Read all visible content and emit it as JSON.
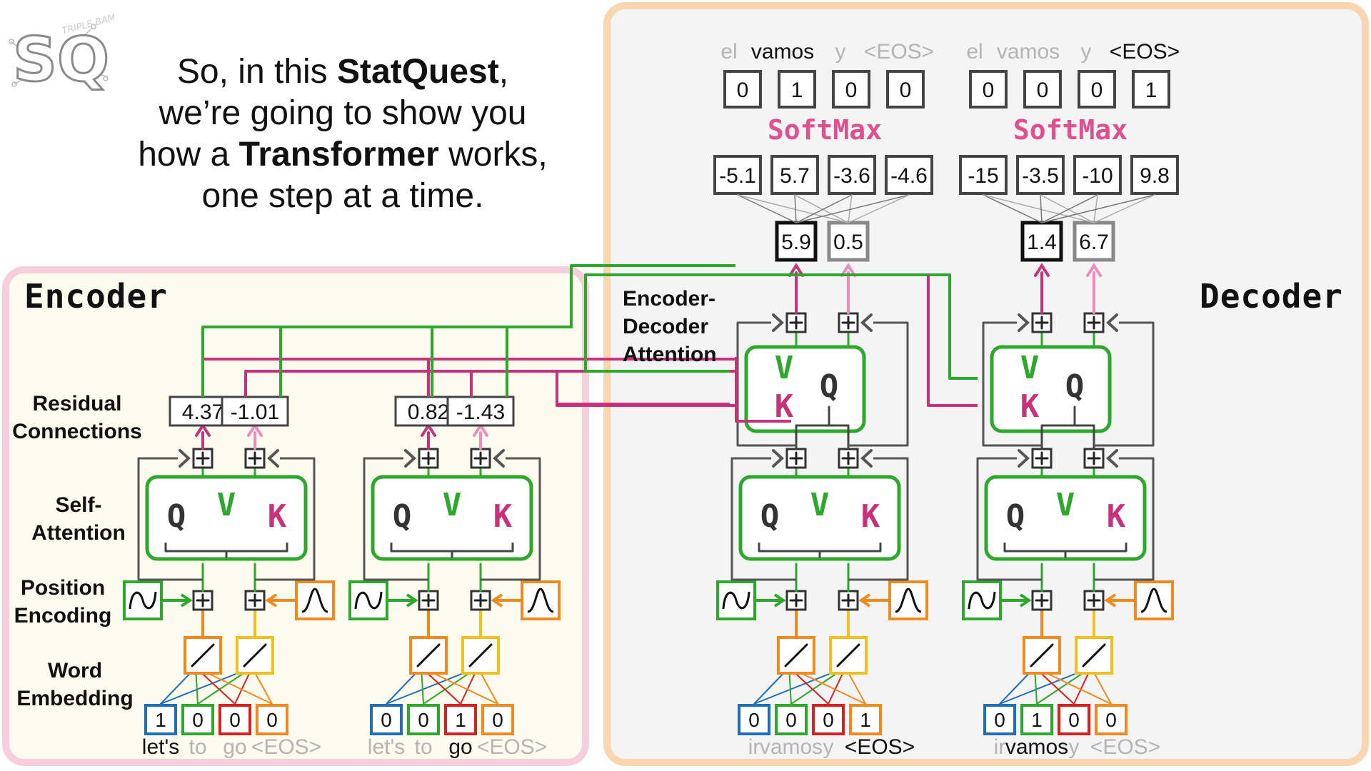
{
  "logo": {
    "text": "SQ",
    "small_text": "TRIPLE BAM!!!"
  },
  "intro": {
    "line1_pre": "So, in this ",
    "line1_bold": "StatQuest",
    "line1_post": ",",
    "line2": "we’re going to show you",
    "line3_pre": "how a ",
    "line3_bold": "Transformer",
    "line3_post": " works,",
    "line4": "one step at a time."
  },
  "sections": {
    "encoder": "Encoder",
    "decoder": "Decoder"
  },
  "row_labels": {
    "residual_1": "Residual",
    "residual_2": "Connections",
    "self_1": "Self-",
    "self_2": "Attention",
    "pos_1": "Position",
    "pos_2": "Encoding",
    "word_1": "Word",
    "word_2": "Embedding",
    "encdec_1": "Encoder-",
    "encdec_2": "Decoder",
    "encdec_3": "Attention"
  },
  "attention_letters": {
    "q": "Q",
    "k": "K",
    "v": "V"
  },
  "plus_symbol": "+",
  "softmax_label": "SoftMax",
  "colors": {
    "green": "#2da82d",
    "magenta": "#c8327a",
    "pink": "#f08cbc",
    "orange": "#f08a1e",
    "yellow": "#f0c020",
    "blue": "#1f6fb8",
    "red": "#d82020",
    "gray": "#555555",
    "encoder_bg": "#fdfaee",
    "encoder_border": "#f6cfdc",
    "decoder_bg": "#f4f4f5",
    "decoder_border": "#f8d7b0",
    "softmax": "#e0508e",
    "light_text": "#b4b4b4"
  },
  "encoder_blocks": [
    {
      "onehot": [
        "1",
        "0",
        "0",
        "0"
      ],
      "onehot_colors": [
        "blue",
        "green",
        "red",
        "orange"
      ],
      "tokens": [
        "let's",
        "to",
        "go",
        "<EOS>"
      ],
      "active_token": 0,
      "residual": [
        "4.37",
        "-1.01"
      ]
    },
    {
      "onehot": [
        "0",
        "0",
        "1",
        "0"
      ],
      "onehot_colors": [
        "blue",
        "green",
        "red",
        "orange"
      ],
      "tokens": [
        "let's",
        "to",
        "go",
        "<EOS>"
      ],
      "active_token": 2,
      "residual": [
        "0.82",
        "-1.43"
      ]
    }
  ],
  "decoder_blocks": [
    {
      "onehot": [
        "0",
        "0",
        "0",
        "1"
      ],
      "onehot_colors": [
        "blue",
        "green",
        "red",
        "orange"
      ],
      "tokens": [
        "ir",
        "vamos",
        "y",
        "<EOS>"
      ],
      "active_token": 3,
      "attn_out": [
        "5.9",
        "0.5"
      ],
      "logits": [
        "-5.1",
        "5.7",
        "-3.6",
        "-4.6"
      ],
      "softmax_out": [
        "0",
        "1",
        "0",
        "0"
      ],
      "out_tokens": [
        "el",
        "vamos",
        "y",
        "<EOS>"
      ],
      "out_active": 1
    },
    {
      "onehot": [
        "0",
        "1",
        "0",
        "0"
      ],
      "onehot_colors": [
        "blue",
        "green",
        "red",
        "orange"
      ],
      "tokens": [
        "ir",
        "vamos",
        "y",
        "<EOS>"
      ],
      "active_token": 1,
      "attn_out": [
        "1.4",
        "6.7"
      ],
      "logits": [
        "-15",
        "-3.5",
        "-10",
        "9.8"
      ],
      "softmax_out": [
        "0",
        "0",
        "0",
        "1"
      ],
      "out_tokens": [
        "el",
        "vamos",
        "y",
        "<EOS>"
      ],
      "out_active": 3
    }
  ]
}
